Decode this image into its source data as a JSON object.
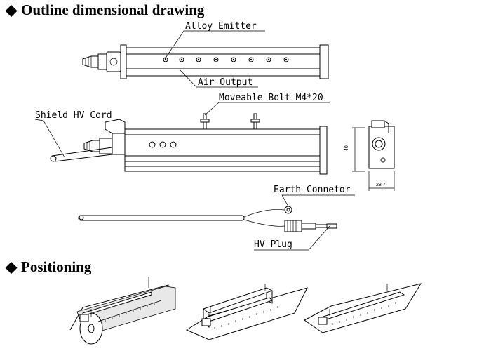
{
  "sections": {
    "outline_title": "Outline dimensional drawing",
    "positioning_title": "Positioning",
    "bullet_glyph": "◆"
  },
  "labels": {
    "alloy_emitter": "Alloy Emitter",
    "air_output": "Air Output",
    "moveable_bolt": "Moveable Bolt M4*20",
    "shield_hv_cord": "Shield HV Cord",
    "earth_connector": "Earth Connetor",
    "hv_plug": "HV Plug"
  },
  "dimensions": {
    "height": "40",
    "width": "28.7"
  },
  "colors": {
    "line": "#000000",
    "background": "#ffffff",
    "roller_fill": "#d9d9d9"
  }
}
